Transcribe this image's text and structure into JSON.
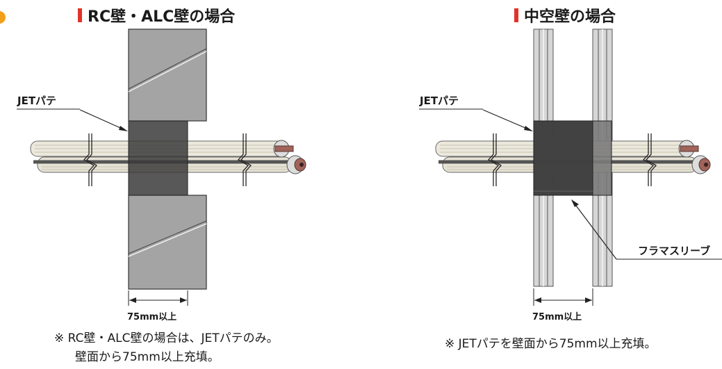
{
  "colors": {
    "marker": "#e2332a",
    "corner": "#f2a01b",
    "wall": "#a2a2a2",
    "putty": "#3b3b3b",
    "sleeve": "#767676",
    "insulation": "#ece9dc",
    "copper": "#a0645b"
  },
  "left_panel": {
    "title": "RC壁・ALC壁の場合",
    "putty_label": "JETパテ",
    "dimension": "75mm以上",
    "note_line1": "※ RC壁・ALC壁の場合は、JETパテのみ。",
    "note_line2": "壁面から75mm以上充填。"
  },
  "right_panel": {
    "title": "中空壁の場合",
    "putty_label": "JETパテ",
    "sleeve_label": "フラマスリーブ",
    "dimension": "75mm以上",
    "note_line1": "※ JETパテを壁面から75mm以上充填。"
  }
}
